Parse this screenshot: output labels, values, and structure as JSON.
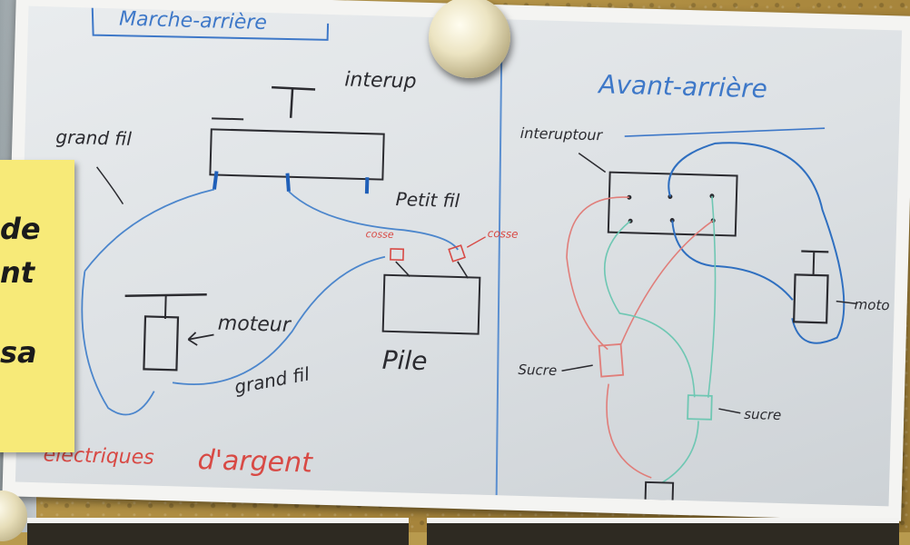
{
  "whiteboard": {
    "left_panel": {
      "title": "Marche-arrière",
      "labels": {
        "interrupteur": "interup",
        "grand_fil_top": "grand fil",
        "petit_fil": "Petit fil",
        "cosse_left": "cosse",
        "cosse_right": "cosse",
        "moteur": "moteur",
        "grand_fil_bottom": "grand fil",
        "pile": "Pile"
      }
    },
    "right_panel": {
      "title": "Avant-arrière",
      "labels": {
        "interrupteur": "interuptour",
        "moteur": "moto",
        "sucre_left": "Sucre",
        "sucre_right": "sucre"
      }
    },
    "bottom_text": "d'argent",
    "bottom_text_red": "électriques"
  },
  "sticky_note": {
    "lines": [
      "de",
      "nt",
      "sa"
    ]
  },
  "colors": {
    "marker_black": "#2b2b30",
    "marker_blue": "#2f6fc0",
    "marker_red": "#d84a45",
    "marker_teal": "#6fc7b3",
    "note_yellow": "#f7ea78"
  }
}
